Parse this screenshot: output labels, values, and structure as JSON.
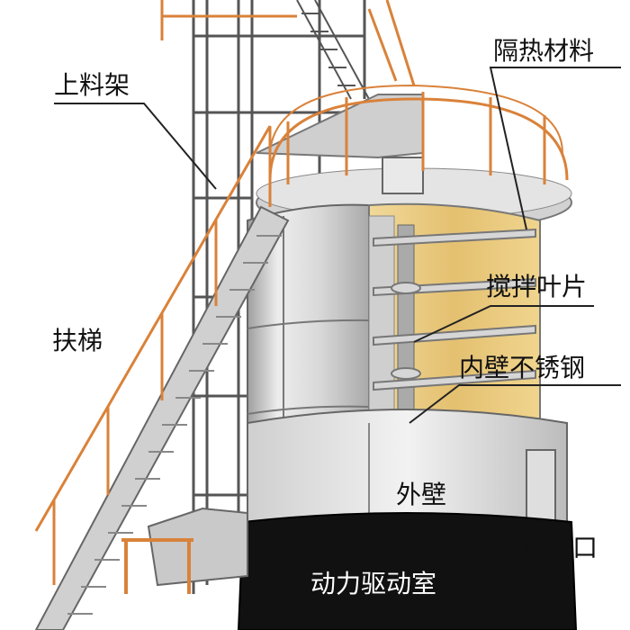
{
  "labels": {
    "loading_rack": "上料架",
    "insulation": "隔热材料",
    "ladder": "扶梯",
    "stirring_blade": "搅拌叶片",
    "inner_wall": "内壁不锈钢",
    "outer_wall": "外壁",
    "inspection_port": "检查口",
    "drive_room": "动力驱动室"
  },
  "colors": {
    "rail": "#d9823a",
    "steel_light": "#e6e6e6",
    "steel_mid": "#bdbdbd",
    "steel_dark": "#8c8c8c",
    "insulation": "#e8c878",
    "base": "#111111"
  }
}
